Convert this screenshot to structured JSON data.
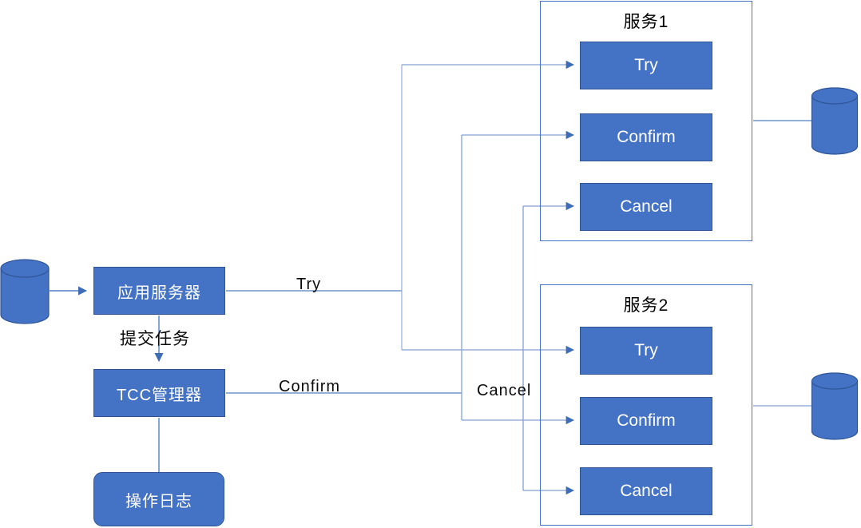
{
  "diagram": {
    "nodes": {
      "app_server": "应用服务器",
      "tcc_manager": "TCC管理器",
      "op_log": "操作日志"
    },
    "edge_labels": {
      "submit_task": "提交任务",
      "try": "Try",
      "confirm": "Confirm",
      "cancel": "Cancel"
    },
    "services": [
      {
        "title": "服务1",
        "steps": [
          "Try",
          "Confirm",
          "Cancel"
        ]
      },
      {
        "title": "服务2",
        "steps": [
          "Try",
          "Confirm",
          "Cancel"
        ]
      }
    ],
    "icons": {
      "database": "cylinder"
    },
    "colors": {
      "node_fill": "#4472C4",
      "node_border": "#2F5597",
      "panel_border": "#4472C4",
      "connector": "#84A1D6",
      "connector_dark": "#527FC4",
      "arrowhead": "#3E6CB5",
      "box_text": "#FFFFFF",
      "label_text": "#000000"
    }
  }
}
